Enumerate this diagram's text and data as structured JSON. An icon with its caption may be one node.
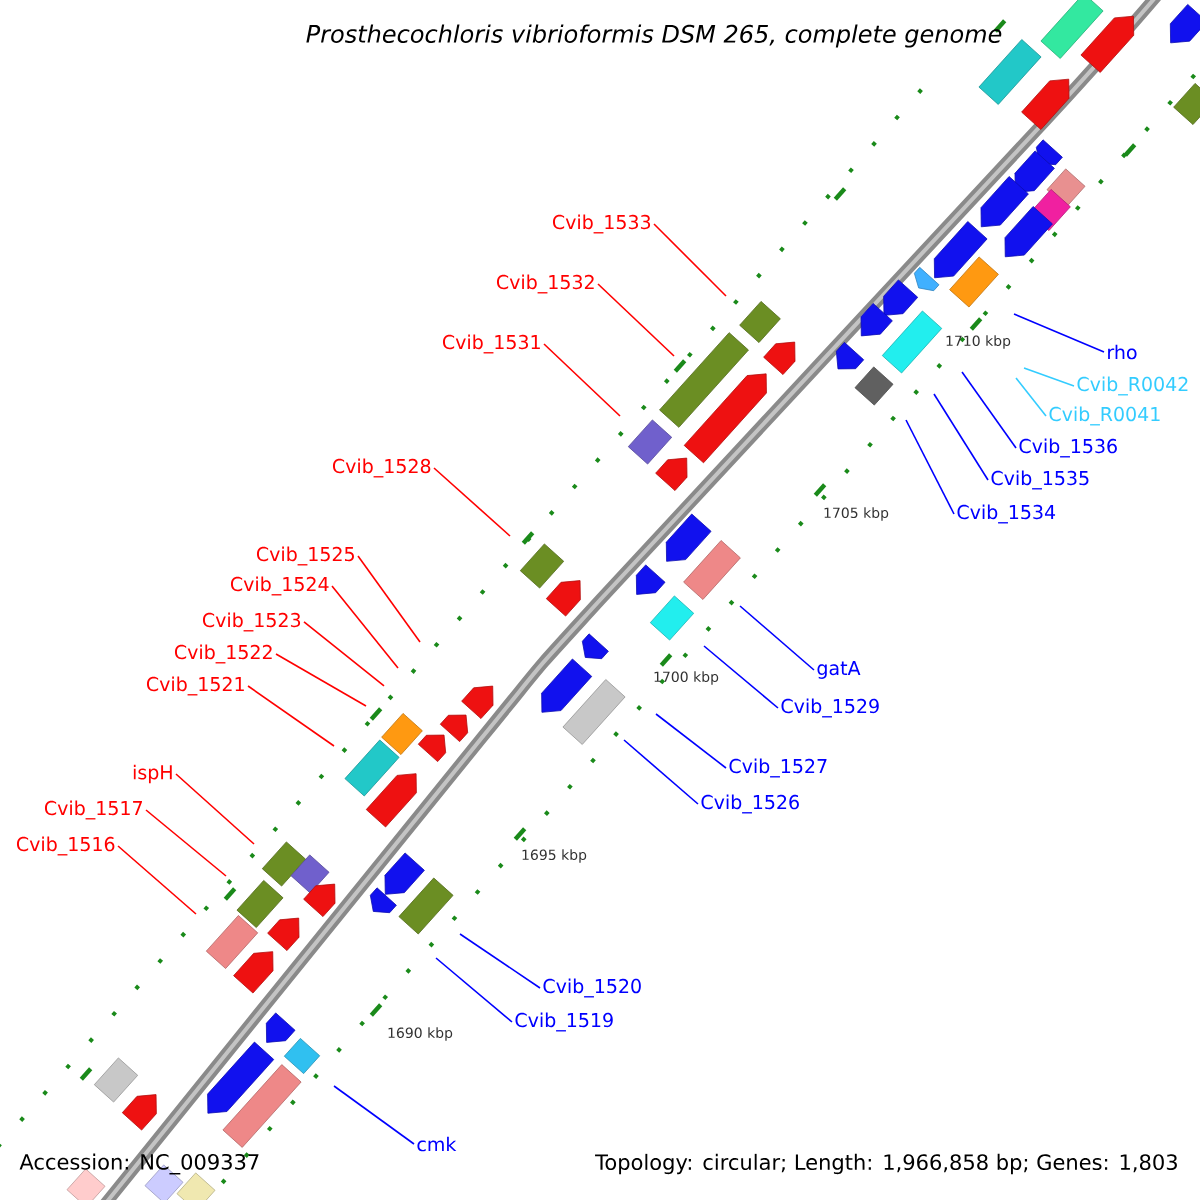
{
  "diagram": {
    "title": "Prosthecochloris vibrioformis DSM 265, complete genome",
    "nodes": [
      {
        "text": [
          "Cvib_1533"
        ]
      },
      {
        "text": [
          "Cvib_1532"
        ]
      },
      {
        "text": [
          "Cvib_1531"
        ]
      },
      {
        "text": [
          "rho"
        ]
      },
      {
        "text": [
          "Cvib_R0042"
        ]
      },
      {
        "text": [
          "Cvib_R0041"
        ]
      },
      {
        "text": [
          "Cvib_1536"
        ]
      },
      {
        "text": [
          "Cvib_1528"
        ]
      },
      {
        "text": [
          "Cvib_1535"
        ]
      },
      {
        "text": [
          "Cvib_1534"
        ]
      },
      {
        "text": [
          "Cvib_1525"
        ]
      },
      {
        "text": [
          "Cvib_1524"
        ]
      },
      {
        "text": [
          "Cvib_1523"
        ]
      },
      {
        "text": [
          "Cvib_1522"
        ]
      },
      {
        "text": [
          "gatA"
        ]
      },
      {
        "text": [
          "Cvib_1521"
        ]
      },
      {
        "text": [
          "Cvib_1529"
        ]
      },
      {
        "text": [
          "Cvib_1527"
        ]
      },
      {
        "text": [
          "ispH"
        ]
      },
      {
        "text": [
          "Cvib_1526"
        ]
      },
      {
        "text": [
          "Cvib_1517"
        ]
      },
      {
        "text": [
          "Cvib_1516"
        ]
      },
      {
        "text": [
          "Cvib_1520"
        ]
      },
      {
        "text": [
          "Cvib_1519"
        ]
      },
      {
        "text": [
          "cmk"
        ]
      }
    ],
    "edges": [
      {
        "from": 0,
        "to": null,
        "arrow": "none",
        "color": "#ff0000"
      },
      {
        "from": 1,
        "to": null,
        "arrow": "none",
        "color": "#ff0000"
      },
      {
        "from": 2,
        "to": null,
        "arrow": "none",
        "color": "#ff0000"
      },
      {
        "from": 3,
        "to": null,
        "arrow": "none",
        "color": "#0000ff"
      },
      {
        "from": 4,
        "to": null,
        "arrow": "none",
        "color": "#33ccff"
      },
      {
        "from": 5,
        "to": null,
        "arrow": "none",
        "color": "#33ccff"
      },
      {
        "from": 6,
        "to": null,
        "arrow": "none",
        "color": "#0000ff"
      },
      {
        "from": 7,
        "to": null,
        "arrow": "none",
        "color": "#ff0000"
      },
      {
        "from": 8,
        "to": null,
        "arrow": "none",
        "color": "#0000ff"
      },
      {
        "from": 9,
        "to": null,
        "arrow": "none",
        "color": "#0000ff"
      },
      {
        "from": 10,
        "to": null,
        "arrow": "none",
        "color": "#ff0000"
      },
      {
        "from": 11,
        "to": null,
        "arrow": "none",
        "color": "#ff0000"
      },
      {
        "from": 12,
        "to": null,
        "arrow": "none",
        "color": "#ff0000"
      },
      {
        "from": 13,
        "to": null,
        "arrow": "none",
        "color": "#ff0000"
      },
      {
        "from": 14,
        "to": null,
        "arrow": "none",
        "color": "#0000ff"
      },
      {
        "from": 15,
        "to": null,
        "arrow": "none",
        "color": "#ff0000"
      },
      {
        "from": 16,
        "to": null,
        "arrow": "none",
        "color": "#0000ff"
      },
      {
        "from": 17,
        "to": null,
        "arrow": "none",
        "color": "#0000ff"
      },
      {
        "from": 18,
        "to": null,
        "arrow": "none",
        "color": "#ff0000"
      },
      {
        "from": 19,
        "to": null,
        "arrow": "none",
        "color": "#0000ff"
      },
      {
        "from": 20,
        "to": null,
        "arrow": "none",
        "color": "#ff0000"
      },
      {
        "from": 21,
        "to": null,
        "arrow": "none",
        "color": "#ff0000"
      },
      {
        "from": 22,
        "to": null,
        "arrow": "none",
        "color": "#0000ff"
      },
      {
        "from": 23,
        "to": null,
        "arrow": "none",
        "color": "#0000ff"
      },
      {
        "from": 24,
        "to": null,
        "arrow": "none",
        "color": "#0000ff"
      }
    ],
    "labels": [
      "1710 kbp",
      "1705 kbp",
      "1700 kbp",
      "1695 kbp",
      "1690 kbp",
      "Accession: NC_009337",
      "Topology: circular; Length: 1,966,858 bp; Genes: 1,803"
    ]
  }
}
